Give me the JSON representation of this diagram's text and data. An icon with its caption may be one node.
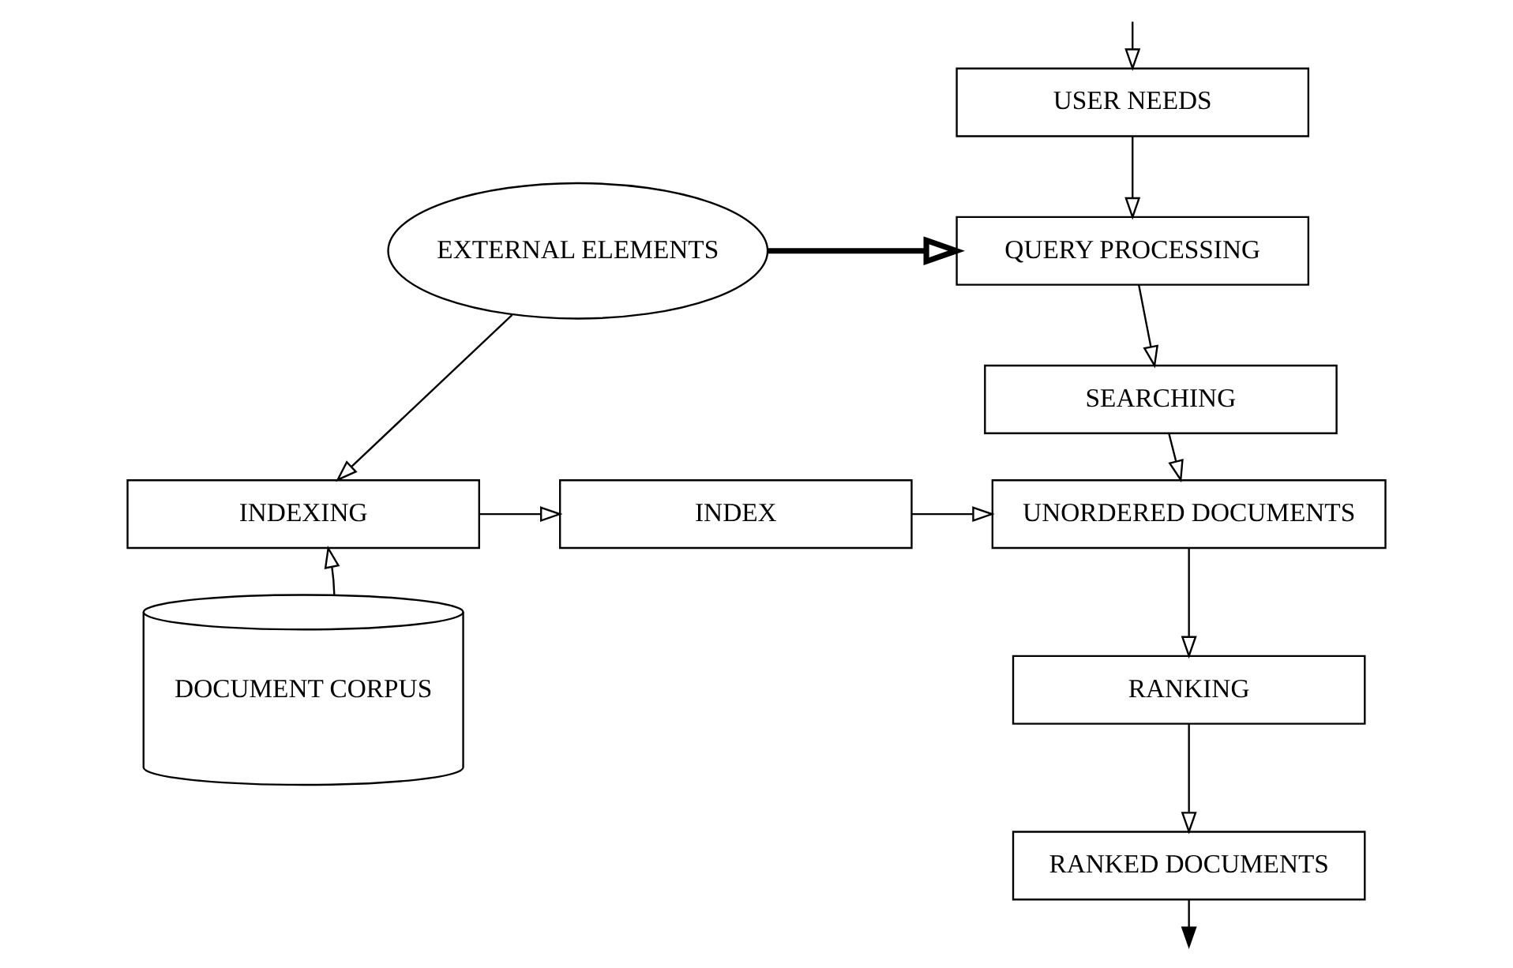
{
  "diagram": {
    "nodes": [
      {
        "text": [
          "USER NEEDS"
        ]
      },
      {
        "text": [
          "QUERY PROCESSING"
        ]
      },
      {
        "text": [
          "SEARCHING"
        ]
      },
      {
        "text": [
          "UNORDERED DOCUMENTS"
        ]
      },
      {
        "text": [
          "RANKING"
        ]
      },
      {
        "text": [
          "RANKED DOCUMENTS"
        ]
      },
      {
        "text": [
          "EXTERNAL ELEMENTS"
        ]
      },
      {
        "text": [
          "INDEXING"
        ]
      },
      {
        "text": [
          "INDEX"
        ]
      },
      {
        "text": [
          "DOCUMENT CORPUS"
        ]
      }
    ],
    "edges": [
      {
        "from": 5,
        "to": null,
        "arrow": "to"
      },
      {
        "from": null,
        "to": 0,
        "arrow": "to"
      },
      {
        "from": 0,
        "to": 1,
        "arrow": "to"
      },
      {
        "from": 1,
        "to": 2,
        "arrow": "to"
      },
      {
        "from": 2,
        "to": 3,
        "arrow": "to"
      },
      {
        "from": 3,
        "to": 4,
        "arrow": "to"
      },
      {
        "from": 4,
        "to": 5,
        "arrow": "to"
      },
      {
        "from": 6,
        "to": 1,
        "arrow": "to",
        "style": "thick"
      },
      {
        "from": 6,
        "to": 7,
        "arrow": "to"
      },
      {
        "from": 9,
        "to": 7,
        "arrow": "to"
      },
      {
        "from": 7,
        "to": 8,
        "arrow": "to"
      },
      {
        "from": 8,
        "to": 3,
        "arrow": "to"
      }
    ]
  }
}
